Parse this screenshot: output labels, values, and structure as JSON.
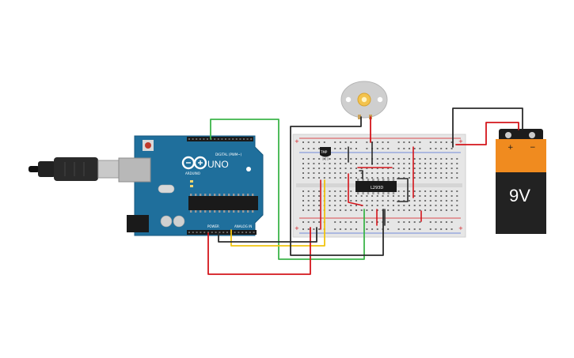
{
  "arduino": {
    "brand": "ARDUINO",
    "model": "UNO",
    "header_digital": "DIGITAL (PWM~)",
    "header_power": "POWER",
    "header_analog": "ANALOG IN"
  },
  "driver_chip": {
    "label": "L293D"
  },
  "regulator": {
    "label": "TMP"
  },
  "battery": {
    "voltage_label": "9V",
    "plus": "+",
    "minus": "−"
  },
  "colors": {
    "board": "#1f6f9c",
    "wire_green": "#3cb54a",
    "wire_red": "#d4151b",
    "wire_black": "#2b2b2b",
    "wire_yellow": "#f1c40f",
    "battery_body": "#f08b1f",
    "battery_lower": "#222222"
  }
}
